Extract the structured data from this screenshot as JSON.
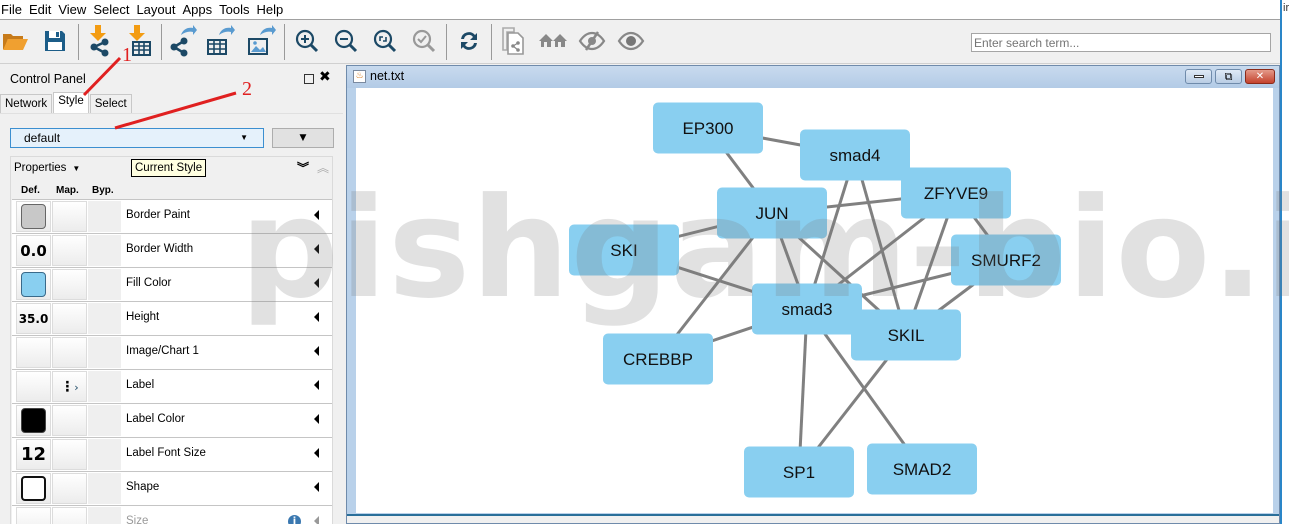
{
  "menu": [
    "File",
    "Edit",
    "View",
    "Select",
    "Layout",
    "Apps",
    "Tools",
    "Help"
  ],
  "toolbar": {
    "icons": [
      "open-session-icon",
      "save-session-icon",
      "import-network-icon",
      "import-table-icon",
      "export-network-icon",
      "export-table-icon",
      "export-image-icon",
      "zoom-in-icon",
      "zoom-out-icon",
      "zoom-fit-icon",
      "zoom-selected-icon",
      "refresh-icon",
      "new-network-from-selection-icon",
      "show-all-icon",
      "hide-icon",
      "show-icon"
    ],
    "search_placeholder": "Enter search term..."
  },
  "right_edge_text": "ir",
  "control_panel": {
    "title": "Control Panel",
    "tabs": [
      "Network",
      "Style",
      "Select"
    ],
    "active_tab": "Style",
    "style_name": "default",
    "properties_label": "Properties",
    "tooltip": "Current Style",
    "columns": [
      "Def.",
      "Map.",
      "Byp."
    ],
    "properties": [
      {
        "name": "Border Paint",
        "default": "",
        "swatch": "#c8c8c8"
      },
      {
        "name": "Border Width",
        "default": "0.0"
      },
      {
        "name": "Fill Color",
        "default": "",
        "swatch": "#89cff0"
      },
      {
        "name": "Height",
        "default": "35.0"
      },
      {
        "name": "Image/Chart 1",
        "default": ""
      },
      {
        "name": "Label",
        "default": "",
        "mapped": true
      },
      {
        "name": "Label Color",
        "default": "",
        "swatch": "#000000"
      },
      {
        "name": "Label Font Size",
        "default": "12"
      },
      {
        "name": "Shape",
        "default": "",
        "shape": "round-rectangle"
      },
      {
        "name": "Size",
        "default": "",
        "disabled": true
      }
    ]
  },
  "network_window": {
    "title": "net.txt"
  },
  "network": {
    "node_color": "#89cff0",
    "edge_color": "#808080",
    "nodes": [
      {
        "id": "EP300"
      },
      {
        "id": "smad4"
      },
      {
        "id": "ZFYVE9"
      },
      {
        "id": "JUN"
      },
      {
        "id": "SKI"
      },
      {
        "id": "SMURF2"
      },
      {
        "id": "smad3"
      },
      {
        "id": "SKIL"
      },
      {
        "id": "CREBBP"
      },
      {
        "id": "SP1"
      },
      {
        "id": "SMAD2"
      }
    ],
    "edges": [
      [
        "EP300",
        "smad4"
      ],
      [
        "EP300",
        "JUN"
      ],
      [
        "smad4",
        "ZFYVE9"
      ],
      [
        "smad4",
        "smad3"
      ],
      [
        "smad4",
        "SKIL"
      ],
      [
        "JUN",
        "ZFYVE9"
      ],
      [
        "JUN",
        "SKI"
      ],
      [
        "JUN",
        "smad3"
      ],
      [
        "JUN",
        "SKIL"
      ],
      [
        "JUN",
        "CREBBP"
      ],
      [
        "SKI",
        "smad3"
      ],
      [
        "ZFYVE9",
        "smad3"
      ],
      [
        "ZFYVE9",
        "SKIL"
      ],
      [
        "ZFYVE9",
        "SMURF2"
      ],
      [
        "SMURF2",
        "smad3"
      ],
      [
        "SMURF2",
        "SKIL"
      ],
      [
        "smad3",
        "CREBBP"
      ],
      [
        "smad3",
        "SP1"
      ],
      [
        "smad3",
        "SMAD2"
      ],
      [
        "SKIL",
        "SP1"
      ]
    ]
  },
  "watermark": "pishgam-bio.ir",
  "annotations": [
    "1",
    "2"
  ]
}
